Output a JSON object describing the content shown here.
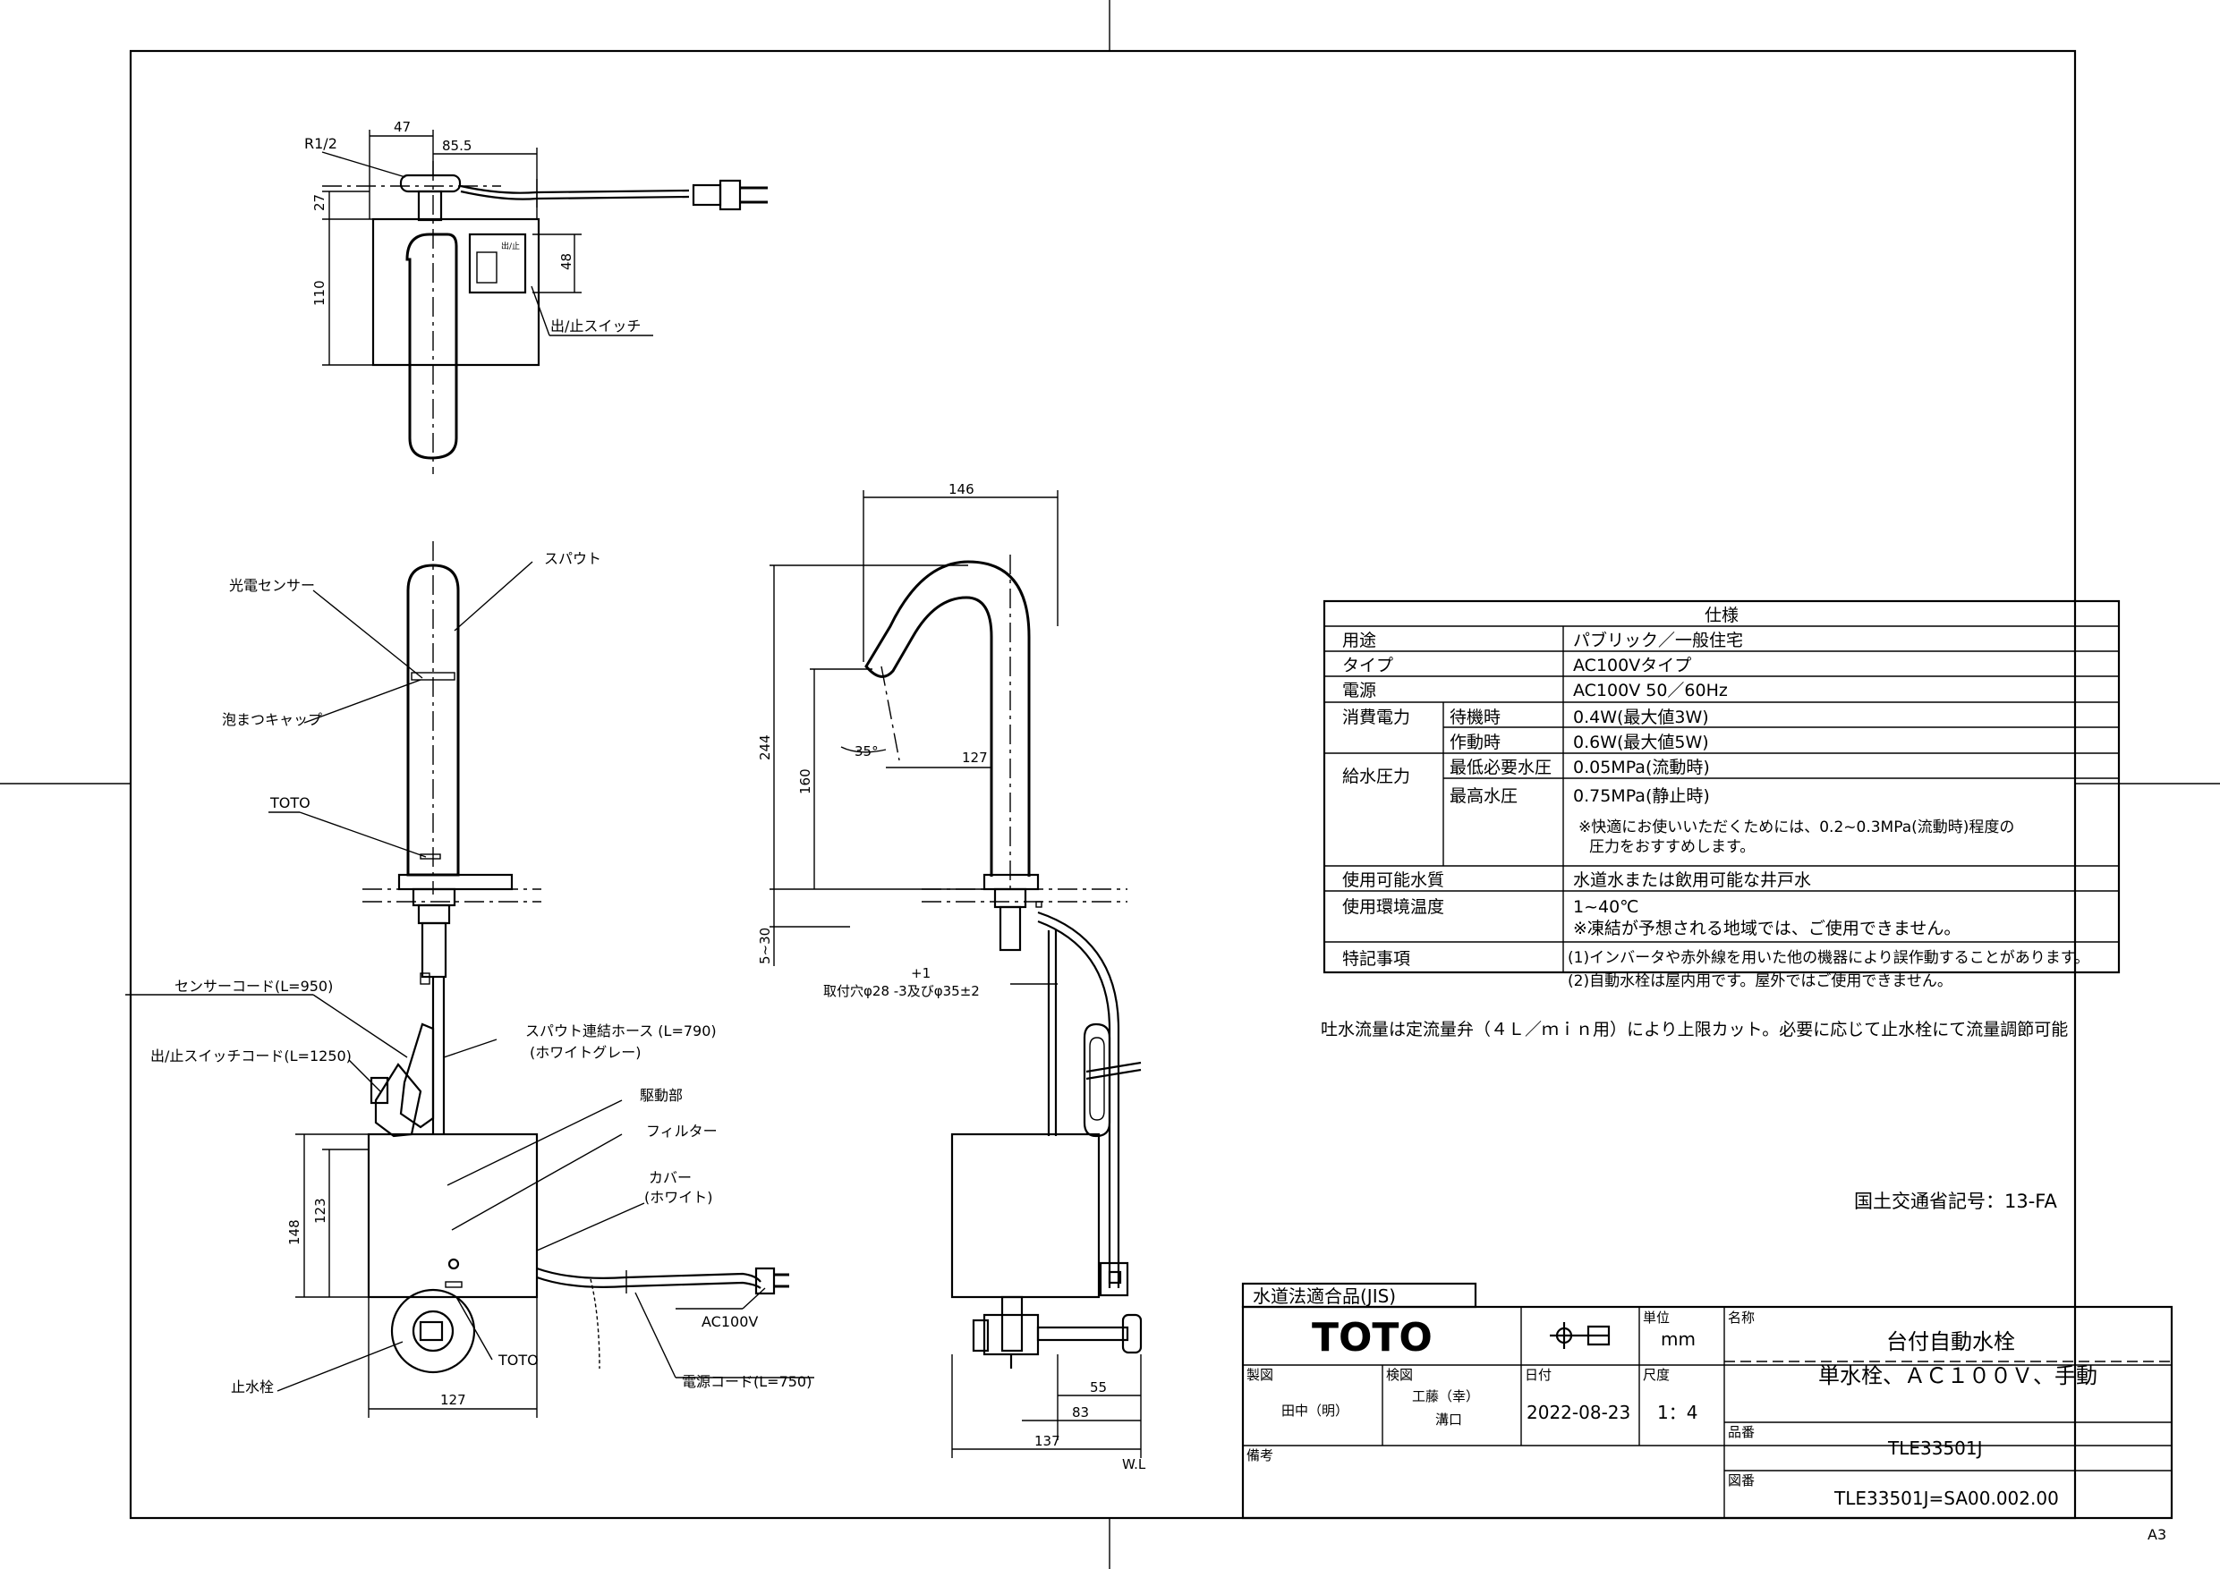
{
  "callouts": {
    "r_half": "R1/2",
    "switch": "出/止スイッチ",
    "spout": "スパウト",
    "photo_sensor": "光電センサー",
    "aerator": "泡まつキャップ",
    "toto_small": "TOTO",
    "sensor_cord": "センサーコード(L=950)",
    "switch_cord": "出/止スイッチコード(L=1250)",
    "hose": "スパウト連結ホース (L=790)",
    "hose_color": "(ホワイトグレー)",
    "drive": "駆動部",
    "filter": "フィルター",
    "cover": "カバー",
    "cover_color": "(ホワイト)",
    "ac100v": "AC100V",
    "power_cord": "電源コード(L=750)",
    "stop_valve": "止水栓",
    "toto_front": "TOTO",
    "switch_panel": "出/止",
    "install_hole": "取付穴φ28 -3及びφ35±2",
    "install_tol": "+1",
    "wl": "W.L"
  },
  "dims": {
    "d47": "47",
    "d85": "85.5",
    "d27": "27",
    "d110": "110",
    "d48": "48",
    "d146": "146",
    "d35": "35°",
    "d127a": "127",
    "d244": "244",
    "d160": "160",
    "d5_30": "5~30",
    "d123": "123",
    "d148": "148",
    "d127b": "127",
    "d55": "55",
    "d83": "83",
    "d137": "137"
  },
  "spec": {
    "title": "仕様",
    "rows": [
      {
        "label": "用途",
        "sub": "",
        "value": "パブリック／一般住宅"
      },
      {
        "label": "タイプ",
        "sub": "",
        "value": "AC100Vタイプ"
      },
      {
        "label": "電源",
        "sub": "",
        "value": "AC100V 50／60Hz"
      },
      {
        "label": "消費電力",
        "sub": "待機時",
        "value": "0.4W(最大値3W)"
      },
      {
        "label": "",
        "sub": "作動時",
        "value": "0.6W(最大値5W)"
      },
      {
        "label": "給水圧力",
        "sub": "最低必要水圧",
        "value": "0.05MPa(流動時)"
      },
      {
        "label": "",
        "sub": "最高水圧",
        "value": "0.75MPa(静止時)"
      },
      {
        "label": "使用可能水質",
        "sub": "",
        "value": "水道水または飲用可能な井戸水"
      },
      {
        "label": "使用環境温度",
        "sub": "",
        "value": "1~40℃"
      },
      {
        "label": "特記事項",
        "sub": "",
        "value": "(1)インバータや赤外線を用いた他の機器により誤作動することがあります。"
      }
    ],
    "pressure_note_1": "※快適にお使いいただくためには、0.2~0.3MPa(流動時)程度の",
    "pressure_note_2": "圧力をおすすめします。",
    "temp_note": "※凍結が予想される地域では、ご使用できません。",
    "special_note_2": "(2)自動水栓は屋内用です。屋外ではご使用できません。"
  },
  "flow_note": "吐水流量は定流量弁（４Ｌ／ｍｉｎ用）により上限カット。必要に応じて止水栓にて流量調節可能",
  "mlit_code": "国土交通省記号：13-FA",
  "title_block": {
    "jis": "水道法適合品(JIS)",
    "brand": "TOTO",
    "unit_label": "単位",
    "unit": "mm",
    "name_label": "名称",
    "name_1": "台付自動水栓",
    "name_2": "単水栓、ＡＣ１００Ｖ、手動",
    "drawn_label": "製図",
    "drawn": "田中（明）",
    "checked_label": "検図",
    "checked_1": "工藤（幸）",
    "checked_2": "溝口",
    "date_label": "日付",
    "date": "2022-08-23",
    "scale_label": "尺度",
    "scale": "1：4",
    "part_label": "品番",
    "part": "TLE33501J",
    "remarks_label": "備考",
    "dwg_label": "図番",
    "dwg": "TLE33501J=SA00.002.00"
  },
  "sheet_size": "A3"
}
